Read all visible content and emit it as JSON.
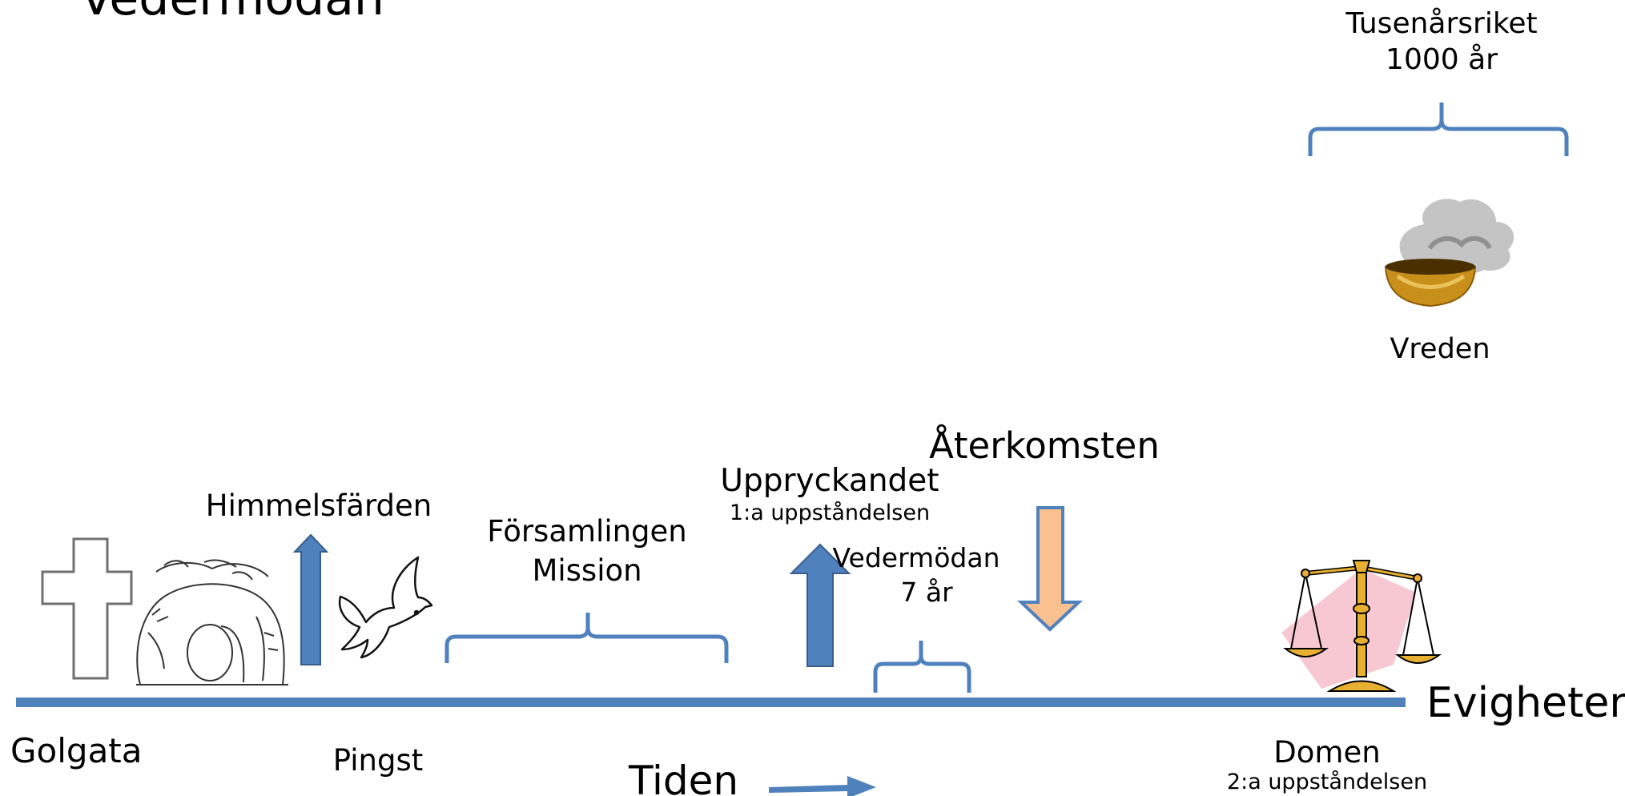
{
  "page_title": "Vedermödan",
  "timeline": {
    "start_label": "Golgata",
    "end_label": "Evigheten",
    "axis_label": "Tiden",
    "line_color": "#4F81BD"
  },
  "events": {
    "ascension": "Himmelsfärden",
    "pentecost": "Pingst",
    "church_mission": {
      "line1": "Församlingen",
      "line2": "Mission"
    },
    "rapture": {
      "title": "Uppryckandet",
      "subtitle": "1:a uppståndelsen"
    },
    "tribulation": {
      "line1": "Vedermödan",
      "line2": "7 år"
    },
    "return": "Återkomsten",
    "millennium": {
      "line1": "Tusenårsriket",
      "line2": "1000 år"
    },
    "wrath": "Vreden",
    "judgment": {
      "title": "Domen",
      "subtitle": "2:a uppståndelsen"
    }
  },
  "icons": [
    "cross-icon",
    "empty-tomb-icon",
    "dove-icon",
    "wrath-bowl-icon",
    "scales-of-justice-icon",
    "up-arrow-icon",
    "down-arrow-icon",
    "time-arrow-icon"
  ],
  "colors": {
    "blue": "#4F81BD",
    "orange": "#FAC090",
    "gold": "#E8B030",
    "pink": "#F4B6C2"
  }
}
